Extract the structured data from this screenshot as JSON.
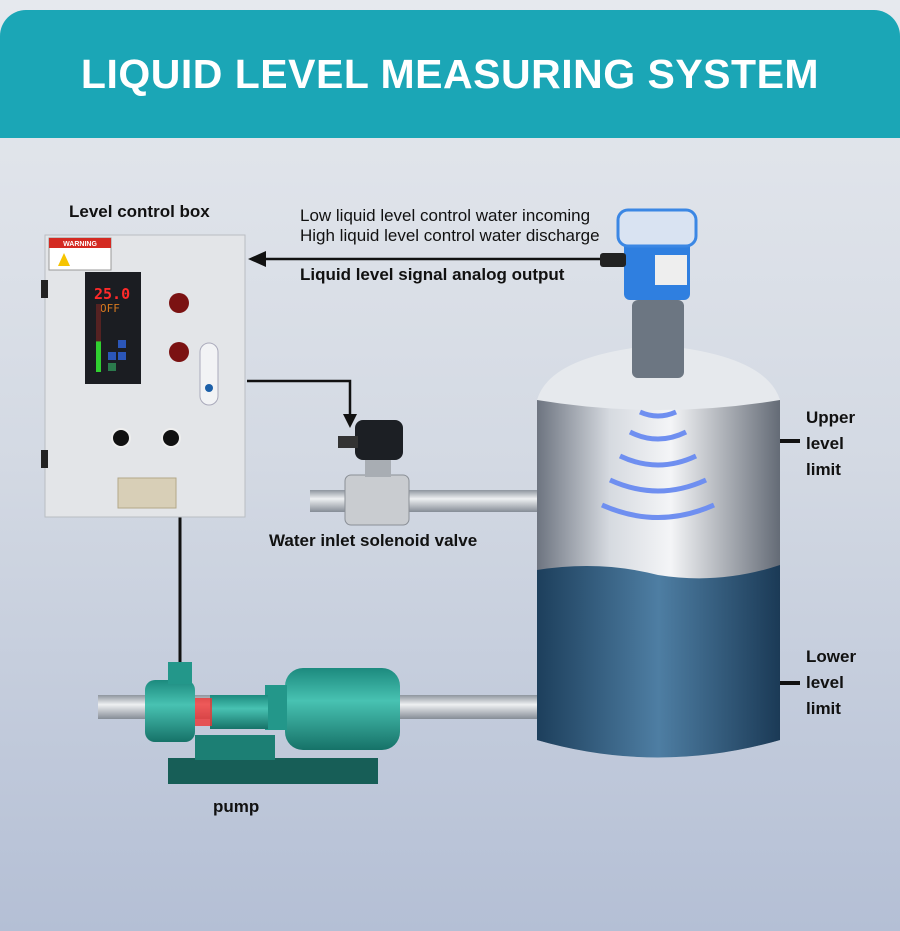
{
  "title": "LIQUID LEVEL MEASURING SYSTEM",
  "labels": {
    "control_box": "Level control box",
    "low_level": "Low liquid level control water incoming",
    "high_level": "High liquid level control water discharge",
    "signal": "Liquid level signal analog output",
    "valve": "Water inlet solenoid valve",
    "upper": [
      "Upper",
      "level",
      "limit"
    ],
    "lower": [
      "Lower",
      "level",
      "limit"
    ],
    "pump": "pump"
  },
  "control_box": {
    "display_value": "25.0",
    "display_status": "OFF",
    "warning": "WARNING",
    "level_fraction": 0.45
  },
  "colors": {
    "header": "#1ba6b6",
    "pump": "#2aa99a",
    "sensor": "#2f7fe0"
  }
}
